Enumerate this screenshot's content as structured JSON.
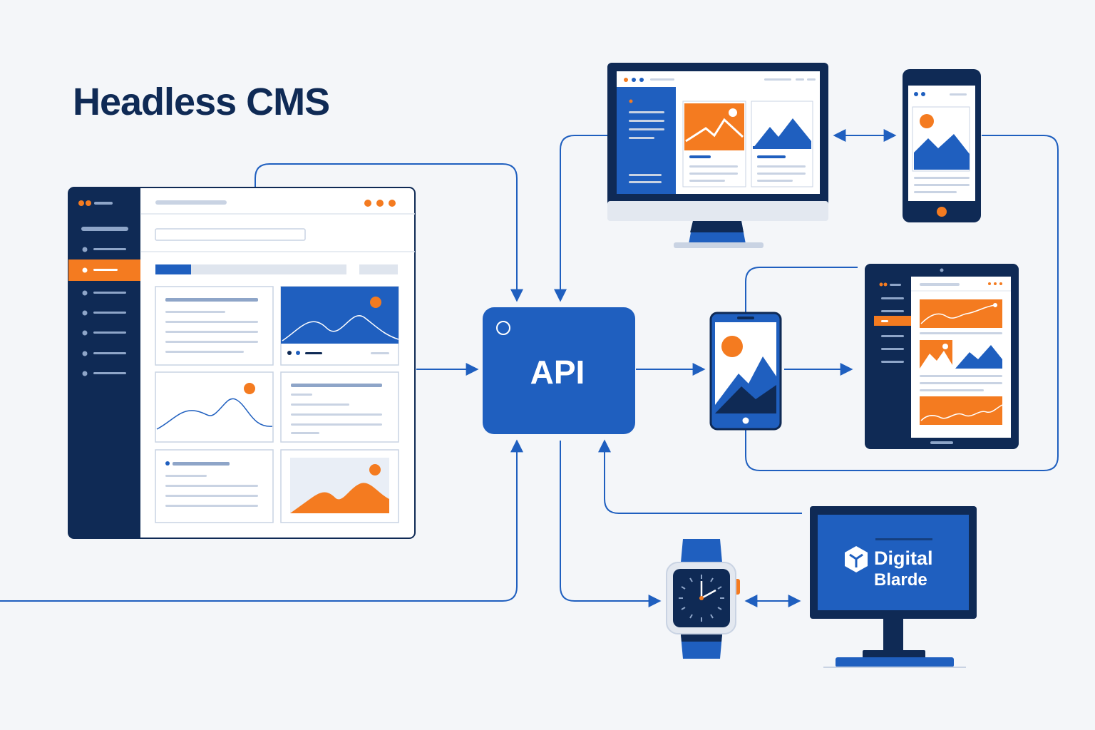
{
  "title": "Headless CMS",
  "api": {
    "label": "API"
  },
  "signage": {
    "line1": "Digital",
    "line2": "Blarde"
  },
  "colors": {
    "navy": "#0f2a55",
    "blue": "#1f5fbf",
    "orange": "#f47b20",
    "connector": "#1f5fbf",
    "background": "#f4f6f9"
  },
  "icons": [
    "circle-icon",
    "logo-icon",
    "mountain-image-icon",
    "sun-icon",
    "home-button-icon"
  ]
}
